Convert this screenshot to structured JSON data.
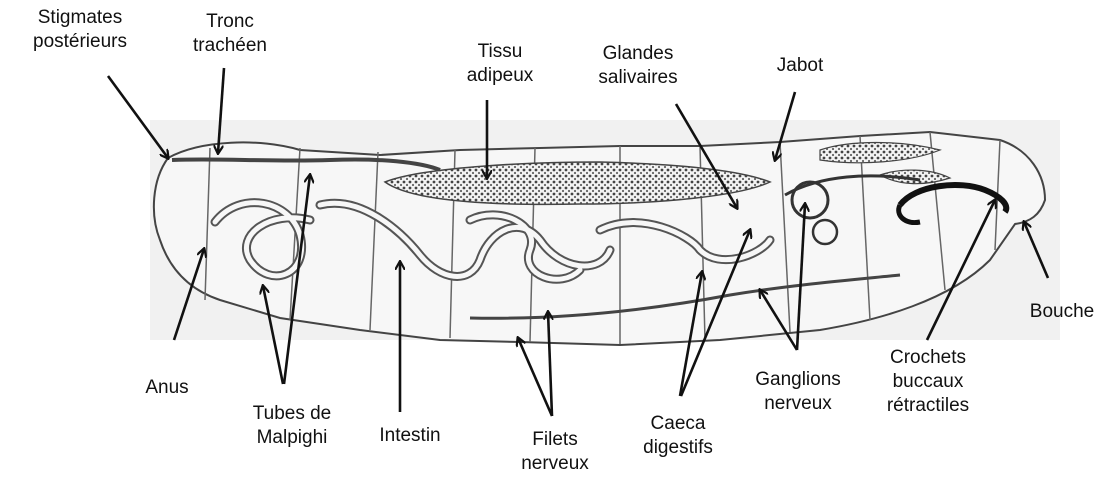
{
  "labels": {
    "stigmates": [
      "Stigmates",
      "postérieurs"
    ],
    "tronc": [
      "Tronc",
      "trachéen"
    ],
    "tissu": [
      "Tissu",
      "adipeux"
    ],
    "glandes": [
      "Glandes",
      "salivaires"
    ],
    "jabot": [
      "Jabot"
    ],
    "bouche": [
      "Bouche"
    ],
    "anus": [
      "Anus"
    ],
    "tubes": [
      "Tubes de",
      "Malpighi"
    ],
    "intestin": [
      "Intestin"
    ],
    "filets": [
      "Filets",
      "nerveux"
    ],
    "caeca": [
      "Caeca",
      "digestifs"
    ],
    "ganglions": [
      "Ganglions",
      "nerveux"
    ],
    "crochets": [
      "Crochets",
      "buccaux",
      "rétractiles"
    ]
  },
  "colors": {
    "ink": "#111111",
    "drawing": "#3a3a3a",
    "shade": "#e9e9e9"
  }
}
